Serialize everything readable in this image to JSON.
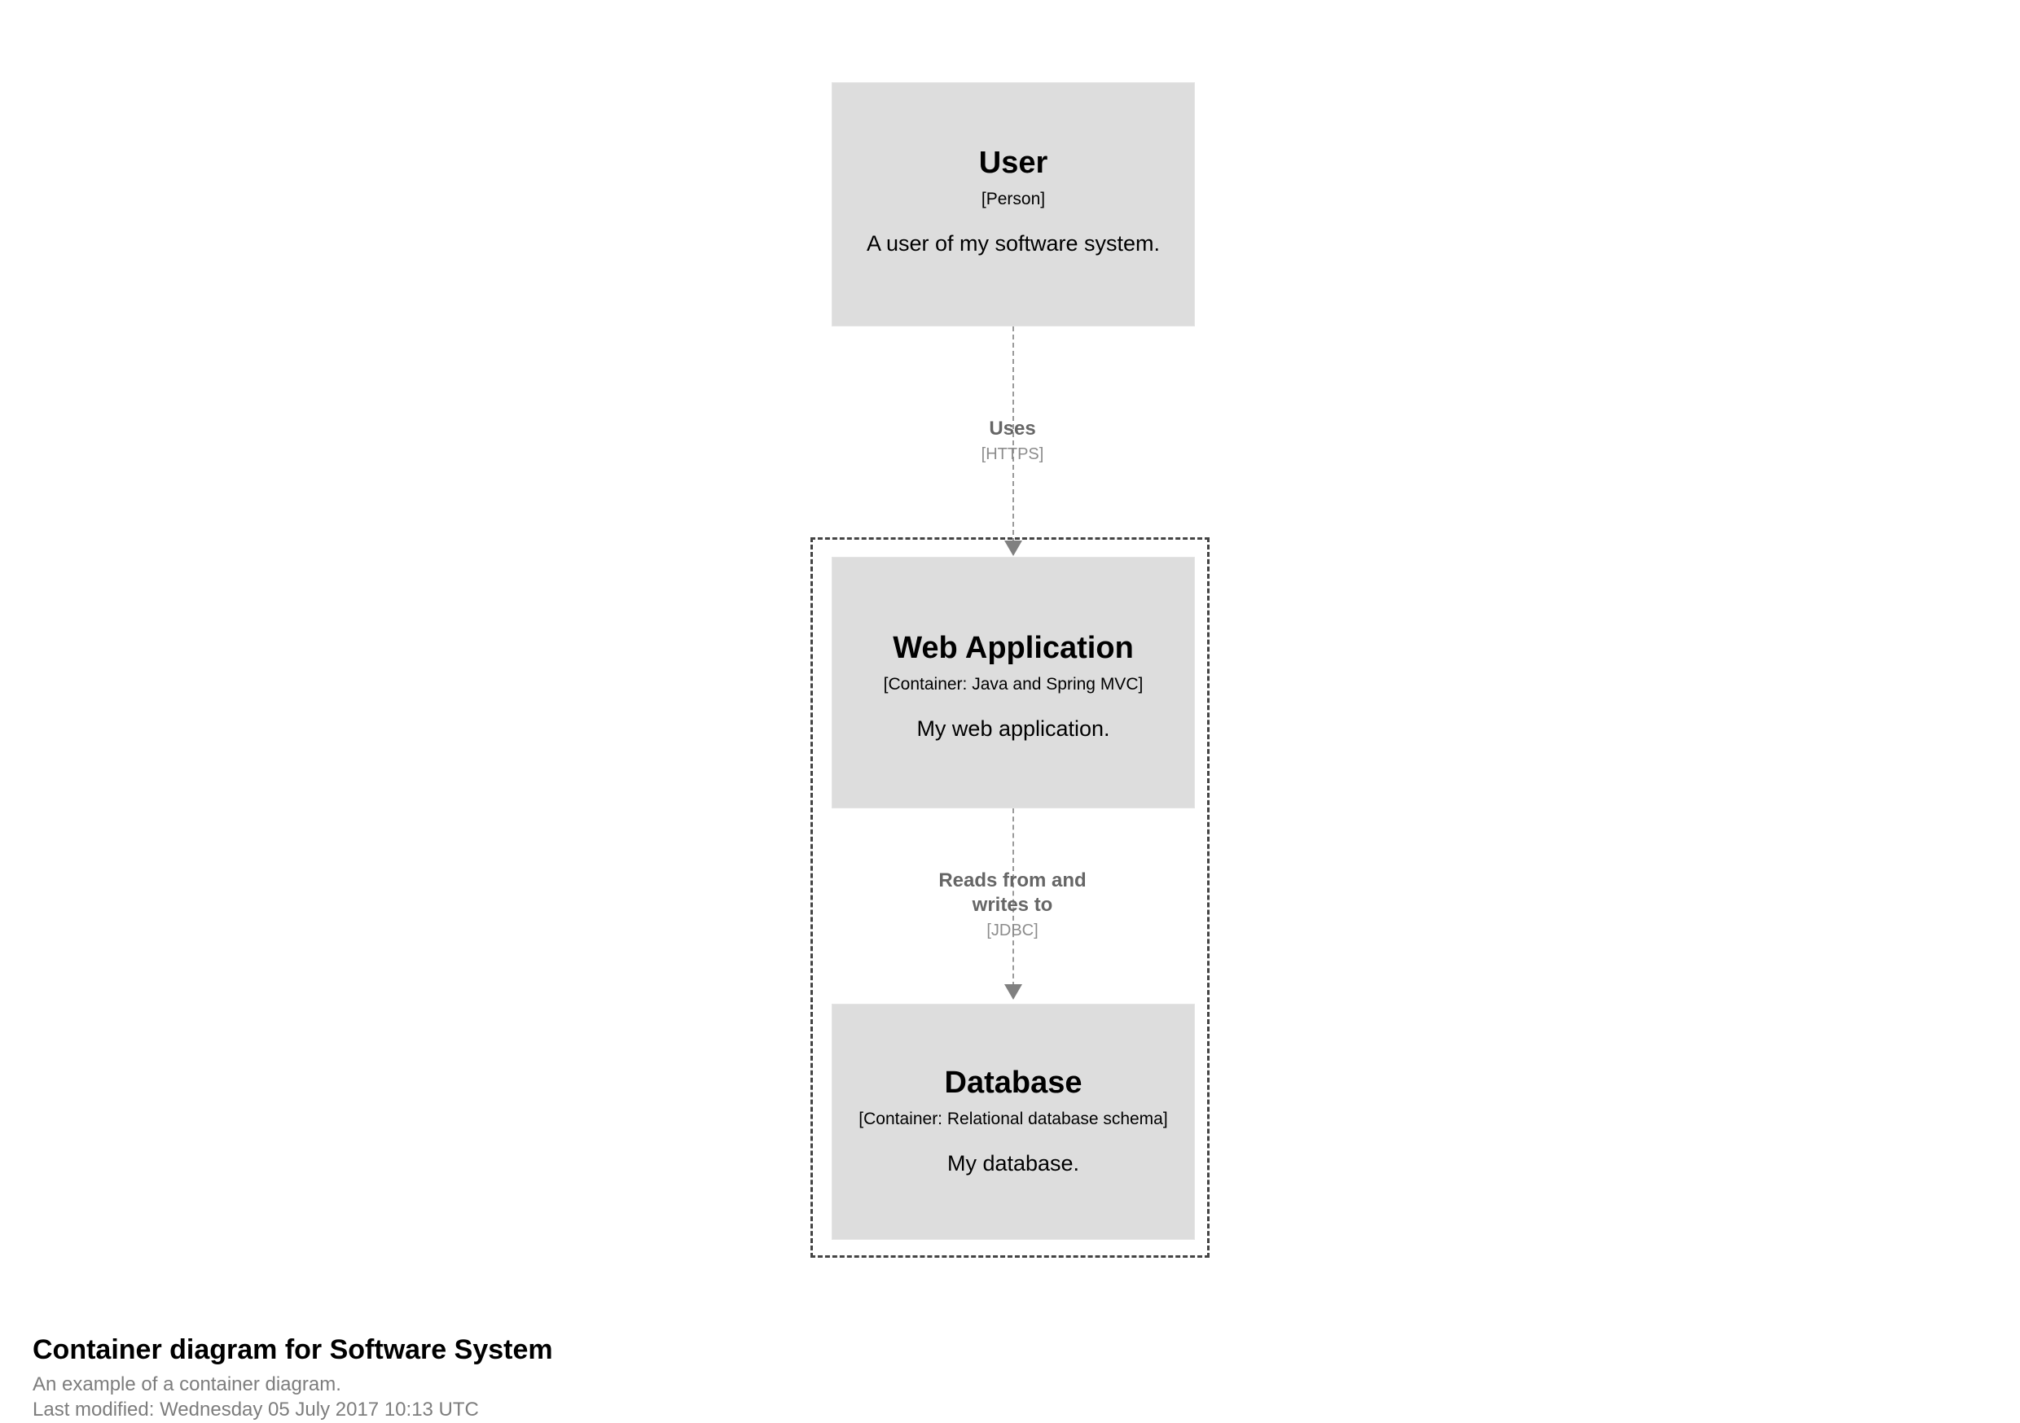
{
  "diagram": {
    "type": "c4-container-diagram",
    "nodes": [
      {
        "id": "user",
        "name": "User",
        "tech": "[Person]",
        "description": "A user of my software system."
      },
      {
        "id": "webapp",
        "name": "Web Application",
        "tech": "[Container: Java and Spring MVC]",
        "description": "My web application."
      },
      {
        "id": "database",
        "name": "Database",
        "tech": "[Container: Relational database schema]",
        "description": "My database."
      }
    ],
    "relationships": [
      {
        "id": "uses",
        "from": "user",
        "to": "webapp",
        "description": "Uses",
        "tech": "[HTTPS]"
      },
      {
        "id": "reads-writes",
        "from": "webapp",
        "to": "database",
        "description": "Reads from and\nwrites to",
        "tech": "[JDBC]"
      }
    ],
    "boundary": {
      "name": "Software System"
    },
    "colors": {
      "node_fill": "#dddddd",
      "node_border": "#e4e4e4",
      "node_text": "#000000",
      "boundary_border": "#444444",
      "relationship_line": "#9a9a9a",
      "relationship_arrow": "#808080",
      "relationship_text": "#666666",
      "relationship_tech_text": "#8c8c8c",
      "caption_title": "#000000",
      "caption_sub": "#7d7d7d",
      "background": "#ffffff"
    }
  },
  "caption": {
    "title": "Container diagram for Software System",
    "description": "An example of a container diagram.",
    "last_modified": "Last modified: Wednesday 05 July 2017 10:13 UTC"
  }
}
